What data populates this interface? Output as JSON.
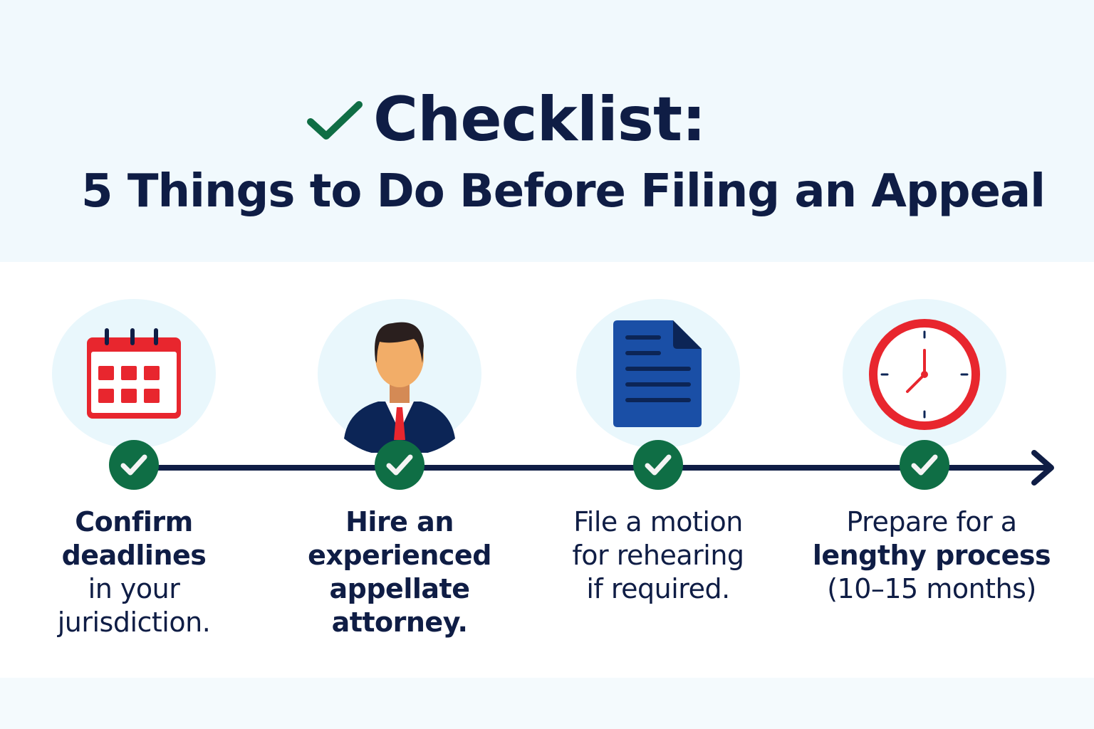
{
  "header": {
    "title": "Checklist:",
    "subtitle": "5 Things to Do Before Filing an Appeal",
    "title_icon": "checkmark-icon"
  },
  "colors": {
    "navy": "#0f1d45",
    "green": "#0f6e45",
    "red": "#e8262e",
    "blue": "#1a4fa6",
    "halo": "#e9f7fc"
  },
  "steps": [
    {
      "icon": "calendar-icon",
      "lines": [
        "Confirm",
        "deadlines",
        "in your",
        "jurisdiction."
      ]
    },
    {
      "icon": "attorney-icon",
      "lines": [
        "Hire an",
        "experienced",
        "appellate",
        "attorney."
      ]
    },
    {
      "icon": "document-icon",
      "lines": [
        "File a motion",
        "for rehearing",
        "if required."
      ]
    },
    {
      "icon": "clock-icon",
      "lines": [
        "Prepare for a",
        "lengthy process",
        "(10–15 months)"
      ]
    }
  ]
}
